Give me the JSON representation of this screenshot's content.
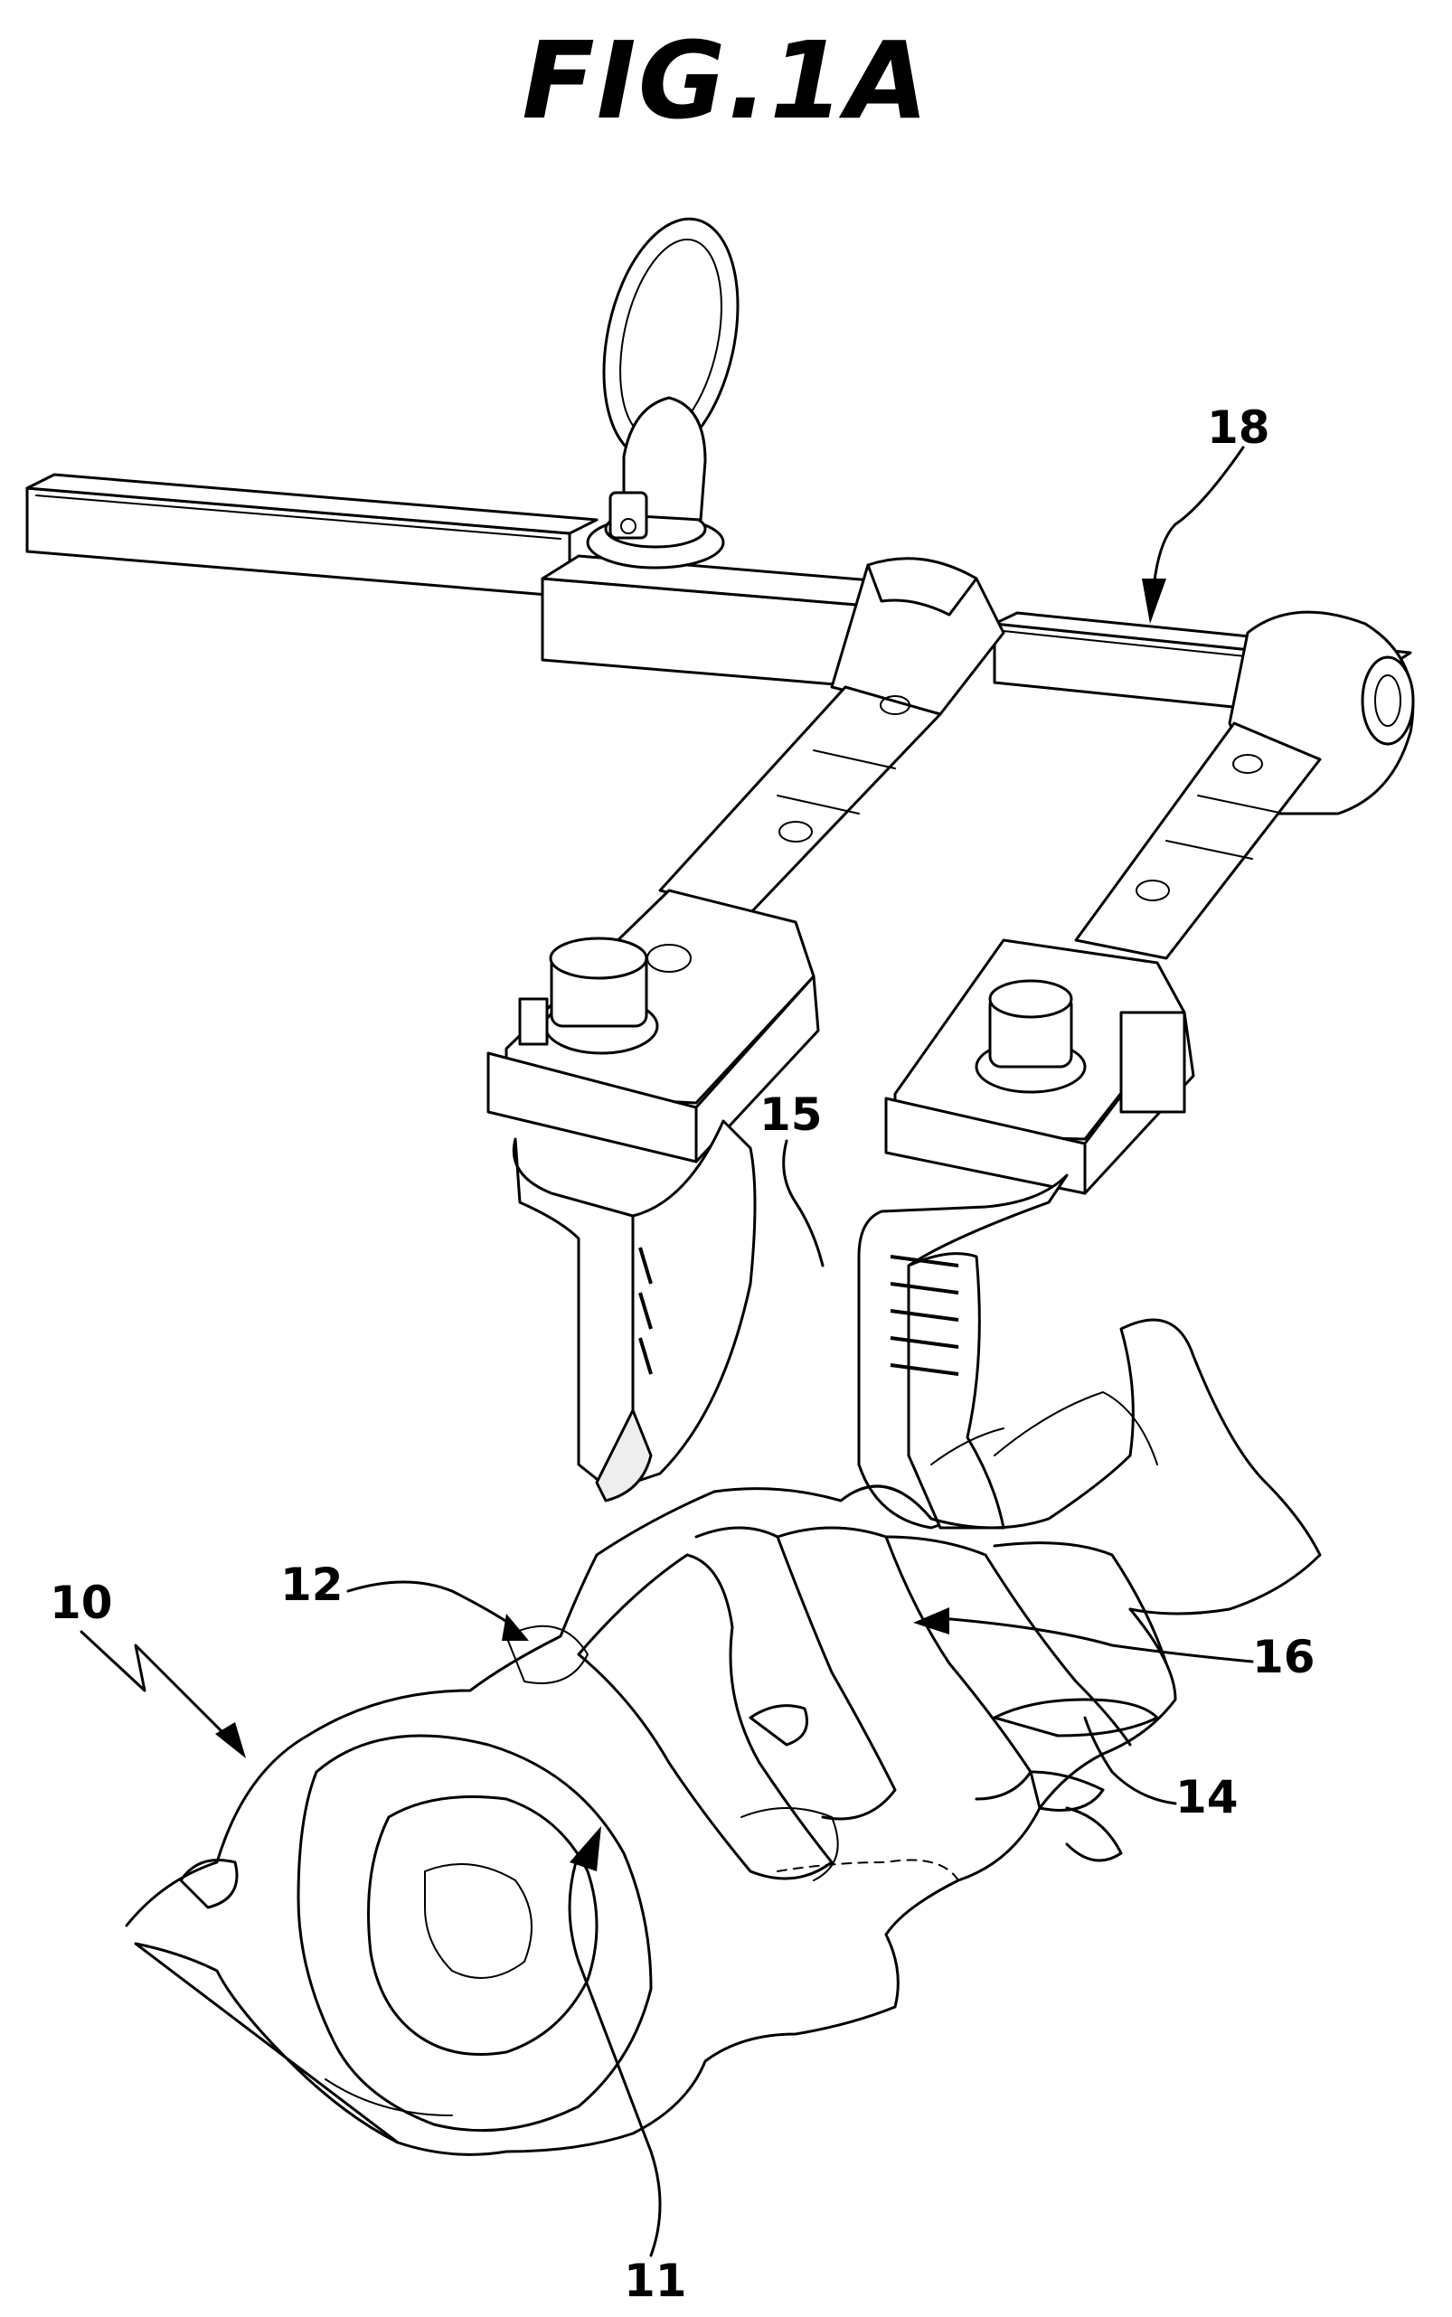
{
  "figure": {
    "title": "FIG.1A"
  },
  "labels": {
    "ref_10": "10",
    "ref_11": "11",
    "ref_12": "12",
    "ref_14": "14",
    "ref_15": "15",
    "ref_16": "16",
    "ref_18": "18"
  }
}
